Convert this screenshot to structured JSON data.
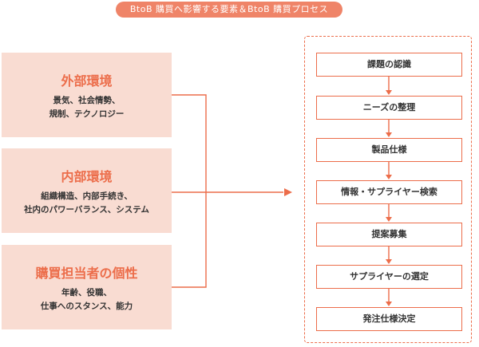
{
  "header": {
    "title": "BtoB 購買へ影響する要素＆BtoB 購買プロセス"
  },
  "factors": [
    {
      "title": "外部環境",
      "lines": [
        "景気、社会情勢、",
        "規制、テクノロジー"
      ]
    },
    {
      "title": "内部環境",
      "lines": [
        "組織構造、内部手続き、",
        "社内のパワーバランス、システム"
      ]
    },
    {
      "title": "購買担当者の個性",
      "lines": [
        "年齢、役職、",
        "仕事へのスタンス、能力"
      ]
    }
  ],
  "process": {
    "steps": [
      "課題の認識",
      "ニーズの整理",
      "製品仕様",
      "情報・サプライヤー検索",
      "提案募集",
      "サプライヤーの選定",
      "発注仕様決定"
    ]
  },
  "colors": {
    "accent": "#ec6d4a",
    "pill": "#ef8468",
    "factor_bg": "#f9dcd2",
    "text": "#333333"
  }
}
